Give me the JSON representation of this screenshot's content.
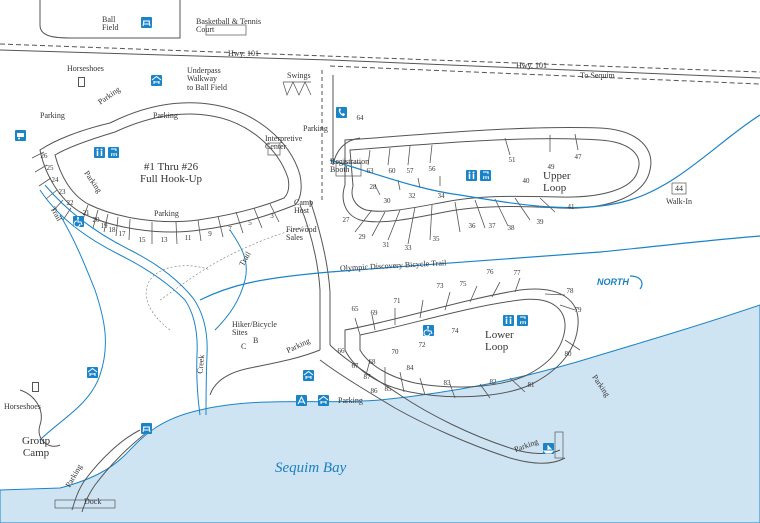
{
  "map": {
    "colors": {
      "water": "#cfe4f3",
      "stream": "#1b84c7",
      "road": "#555555",
      "icon": "#1b84c7",
      "ink": "#333333"
    },
    "labels": {
      "ball_field": "Ball\nField",
      "basketball": "Basketball & Tennis\nCourt",
      "hwy_west": "Hwy. 101",
      "hwy_east": "Hwy. 101",
      "to_sequim": "To Sequim",
      "horseshoes_top": "Horseshoes",
      "underpass": "Underpass\nWalkway\nto Ball Field",
      "swings": "Swings",
      "parking_top_diag": "Parking",
      "parking_left": "Parking",
      "parking_mid": "Parking",
      "parking_right": "Parking",
      "parking_loop_left": "Parking",
      "parking_inner": "Parking",
      "parking_hiker": "Parking",
      "parking_bottom": "Parking",
      "parking_shore": "Parking",
      "parking_east": "Parking",
      "parking_group": "Parking",
      "interpretive": "Interpretive\nCenter",
      "registration": "Registration\nBooth",
      "hookup": "#1 Thru #26\nFull Hook-Up",
      "camp_host": "Camp\nHost",
      "firewood": "Firewood\nSales",
      "upper_loop": "Upper\nLoop",
      "lower_loop": "Lower\nLoop",
      "walk_in": "Walk-In",
      "walk_in_num": "44",
      "trail": "Trail",
      "trail2": "Trail",
      "bike_trail": "Olympic Discovery Bicycle Trail",
      "north": "NORTH",
      "hiker_sites": "Hiker/Bicycle\nSites",
      "hiker_b": "B",
      "hiker_c": "C",
      "creek": "Creek",
      "horseshoes_bottom": "Horseshoes",
      "group_camp": "Group\nCamp",
      "dock": "Dock",
      "bay": "Sequim Bay"
    },
    "sites": [
      "26",
      "25",
      "24",
      "23",
      "22",
      "21",
      "20",
      "19",
      "18",
      "17",
      "15",
      "13",
      "11",
      "9",
      "7",
      "5",
      "3",
      "64",
      "63",
      "60",
      "57",
      "56",
      "51",
      "49",
      "47",
      "40",
      "28",
      "30",
      "32",
      "34",
      "27",
      "29",
      "31",
      "33",
      "35",
      "36",
      "37",
      "38",
      "39",
      "41",
      "65",
      "69",
      "71",
      "73",
      "75",
      "76",
      "77",
      "78",
      "79",
      "80",
      "81",
      "82",
      "83",
      "84",
      "85",
      "86",
      "87",
      "66",
      "67",
      "68",
      "70",
      "72",
      "74"
    ],
    "icons": [
      "restroom-icon",
      "shower-icon",
      "picnic-shelter-icon",
      "wheelchair-icon",
      "phone-icon",
      "rv-dump-icon",
      "boat-launch-icon",
      "picnic-table-icon",
      "playground-icon",
      "trash-icon"
    ]
  }
}
